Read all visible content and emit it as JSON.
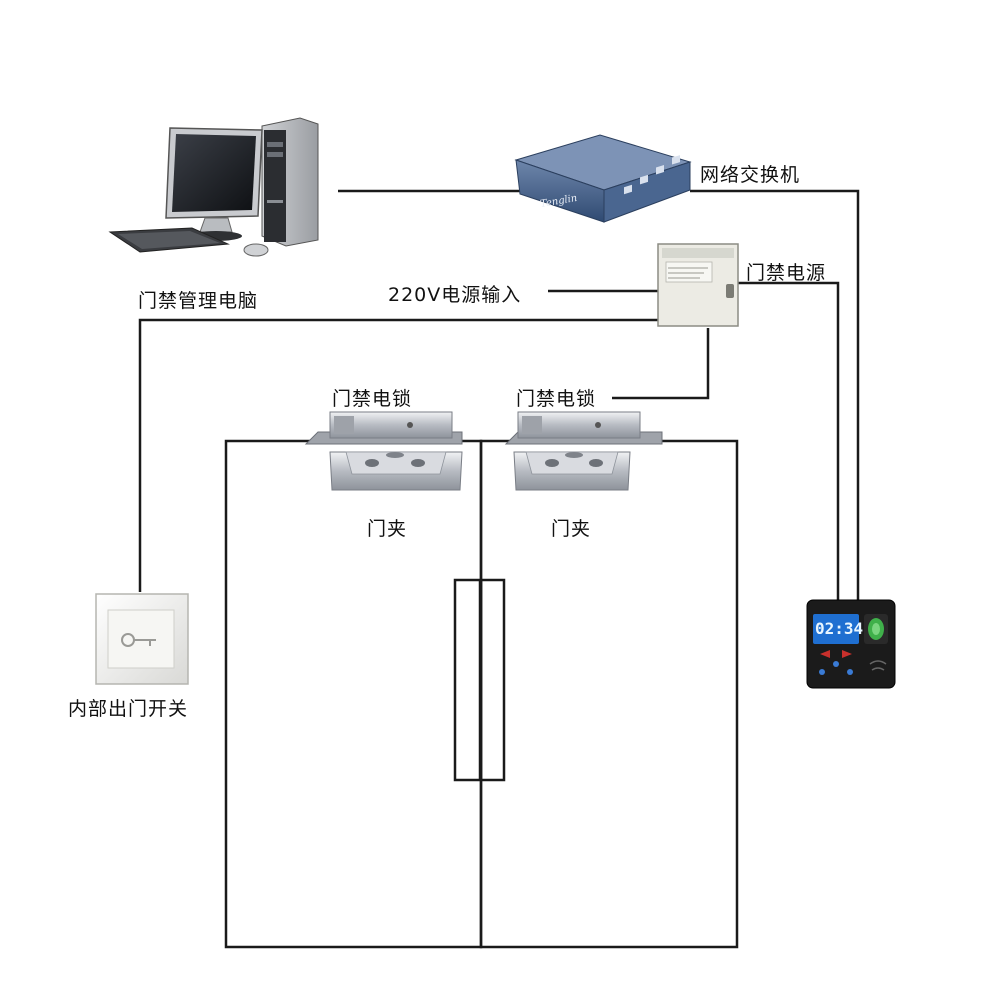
{
  "labels": {
    "computer": "门禁管理电脑",
    "switch": "网络交换机",
    "power_input": "220V电源输入",
    "power_supply": "门禁电源",
    "lock_left": "门禁电锁",
    "lock_right": "门禁电锁",
    "clamp_left": "门夹",
    "clamp_right": "门夹",
    "exit_switch": "内部出门开关"
  },
  "device_text": {
    "reader_time": "02:34",
    "switch_brand": "Tenglin"
  },
  "colors": {
    "wire": "#1a1a1a",
    "switch_body": "#3f5d86",
    "reader_body": "#1b1b1b",
    "reader_screen": "#1f6fd1",
    "power_box": "#ecebe4",
    "lock_metal": "#c9ccd2"
  }
}
